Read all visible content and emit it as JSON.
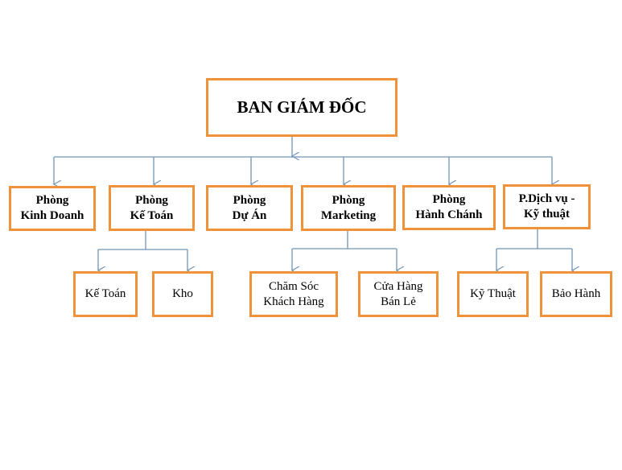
{
  "style": {
    "box_border_color": "#f0923a",
    "connector_color": "#6f93b6",
    "text_color": "#000000",
    "background": "#ffffff"
  },
  "org_chart": {
    "root": {
      "label": "BAN GIÁM ĐỐC"
    },
    "departments": [
      {
        "id": "kinh-doanh",
        "label": "Phòng\nKinh Doanh",
        "children": []
      },
      {
        "id": "ke-toan",
        "label": "Phòng\nKế Toán",
        "children": [
          {
            "id": "ke-toan-sub",
            "label": "Kế Toán"
          },
          {
            "id": "kho",
            "label": "Kho"
          }
        ]
      },
      {
        "id": "du-an",
        "label": "Phòng\nDự Án",
        "children": []
      },
      {
        "id": "marketing",
        "label": "Phòng\nMarketing",
        "children": [
          {
            "id": "cham-soc-khach-hang",
            "label": "Chăm Sóc\nKhách Hàng"
          },
          {
            "id": "cua-hang-ban-le",
            "label": "Cửa Hàng\nBán Lẻ"
          }
        ]
      },
      {
        "id": "hanh-chanh",
        "label": "Phòng\nHành Chánh",
        "children": []
      },
      {
        "id": "dich-vu-ky-thuat",
        "label": "P.Dịch vụ -\nKỹ thuật",
        "children": [
          {
            "id": "ky-thuat",
            "label": "Kỹ Thuật"
          },
          {
            "id": "bao-hanh",
            "label": "Bảo Hành"
          }
        ]
      }
    ]
  }
}
